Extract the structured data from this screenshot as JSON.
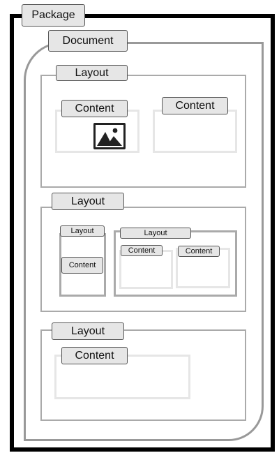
{
  "package": {
    "label": "Package"
  },
  "document": {
    "label": "Document"
  },
  "layouts": [
    {
      "label": "Layout",
      "contents": [
        {
          "label": "Content",
          "has_image": true,
          "image_icon": "image-icon"
        },
        {
          "label": "Content"
        }
      ]
    },
    {
      "label": "Layout",
      "nested_layouts": [
        {
          "label": "Layout",
          "contents": [
            {
              "label": "Content"
            }
          ]
        },
        {
          "label": "Layout",
          "contents": [
            {
              "label": "Content"
            },
            {
              "label": "Content"
            }
          ]
        }
      ]
    },
    {
      "label": "Layout",
      "contents": [
        {
          "label": "Content"
        }
      ]
    }
  ],
  "colors": {
    "package_border": "#000000",
    "document_border": "#999999",
    "layout_border": "#aaaaaa",
    "content_border": "#e6e6e6",
    "tab_fill": "#e6e6e6"
  }
}
